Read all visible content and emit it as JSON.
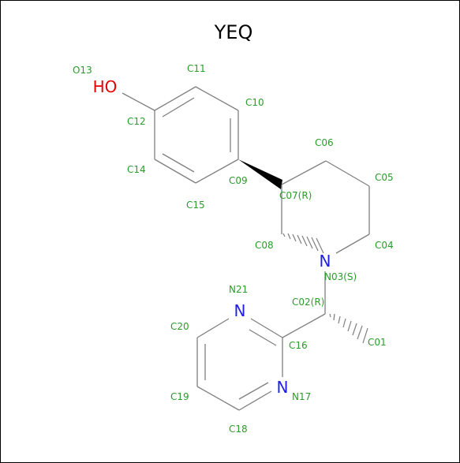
{
  "title": "YEQ",
  "colors": {
    "carbon_label": "#2a9c2a",
    "nitrogen": "#1f1fe6",
    "oxygen": "#e60000",
    "bond": "#7f7f7f"
  },
  "atoms": {
    "hydroxyl": "HO",
    "n_piperidine": "N",
    "n_pyrimidine_1": "N",
    "n_pyrimidine_2": "N"
  },
  "labels": {
    "O13": "O13",
    "C11": "C11",
    "C10": "C10",
    "C12": "C12",
    "C14": "C14",
    "C09": "C09",
    "C15": "C15",
    "C06": "C06",
    "C05": "C05",
    "C07": "C07(R)",
    "C08": "C08",
    "C04": "C04",
    "N03": "N03(S)",
    "N21": "N21",
    "C02": "C02(R)",
    "C20": "C20",
    "C16": "C16",
    "C01": "C01",
    "C19": "C19",
    "N17": "N17",
    "C18": "C18"
  }
}
